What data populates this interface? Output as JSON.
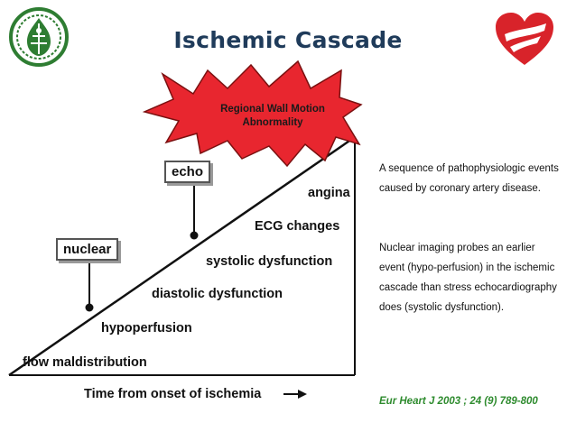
{
  "title": "Ischemic Cascade",
  "burst_label": "Regional Wall Motion Abnormality",
  "stages": [
    "flow maldistribution",
    "hypoperfusion",
    "diastolic dysfunction",
    "systolic dysfunction",
    "ECG changes",
    "angina"
  ],
  "markers": {
    "nuclear": "nuclear",
    "echo": "echo"
  },
  "x_axis_label": "Time from onset of ischemia",
  "description": {
    "p1": "A sequence of pathophysiologic events caused by coronary artery disease.",
    "p2": "Nuclear imaging probes an earlier event (hypo-perfusion) in the ischemic cascade than stress echocardiography does (systolic dysfunction)."
  },
  "citation": "Eur Heart J 2003 ; 24 (9) 789-800",
  "colors": {
    "title": "#1f3b5a",
    "burst_fill": "#e8262f",
    "burst_stroke": "#7a1010",
    "citation": "#2e8b2e"
  },
  "icons": {
    "left_logo": "university-seal-logo",
    "right_logo": "heart-logo"
  }
}
